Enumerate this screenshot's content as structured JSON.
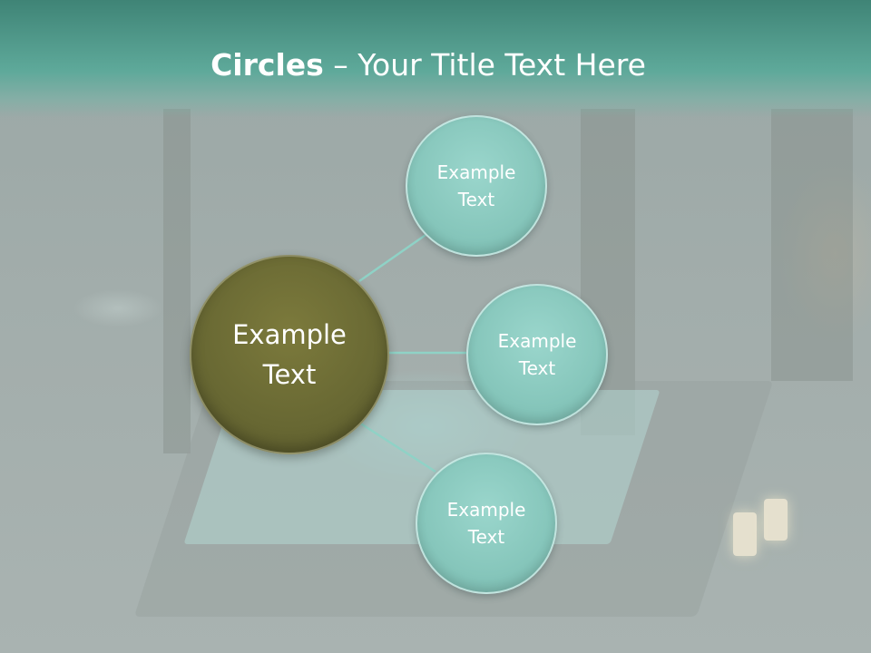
{
  "title": {
    "bold": "Circles",
    "rest": " – Your Title Text Here"
  },
  "diagram": {
    "center": {
      "line1": "Example",
      "line2": "Text"
    },
    "satellites": [
      {
        "line1": "Example",
        "line2": "Text"
      },
      {
        "line1": "Example",
        "line2": "Text"
      },
      {
        "line1": "Example",
        "line2": "Text"
      }
    ]
  },
  "colors": {
    "header": "#5ea99a",
    "center_circle": "#686833",
    "satellite_circle": "#86c6bb",
    "connector": "#8fd2c6"
  }
}
